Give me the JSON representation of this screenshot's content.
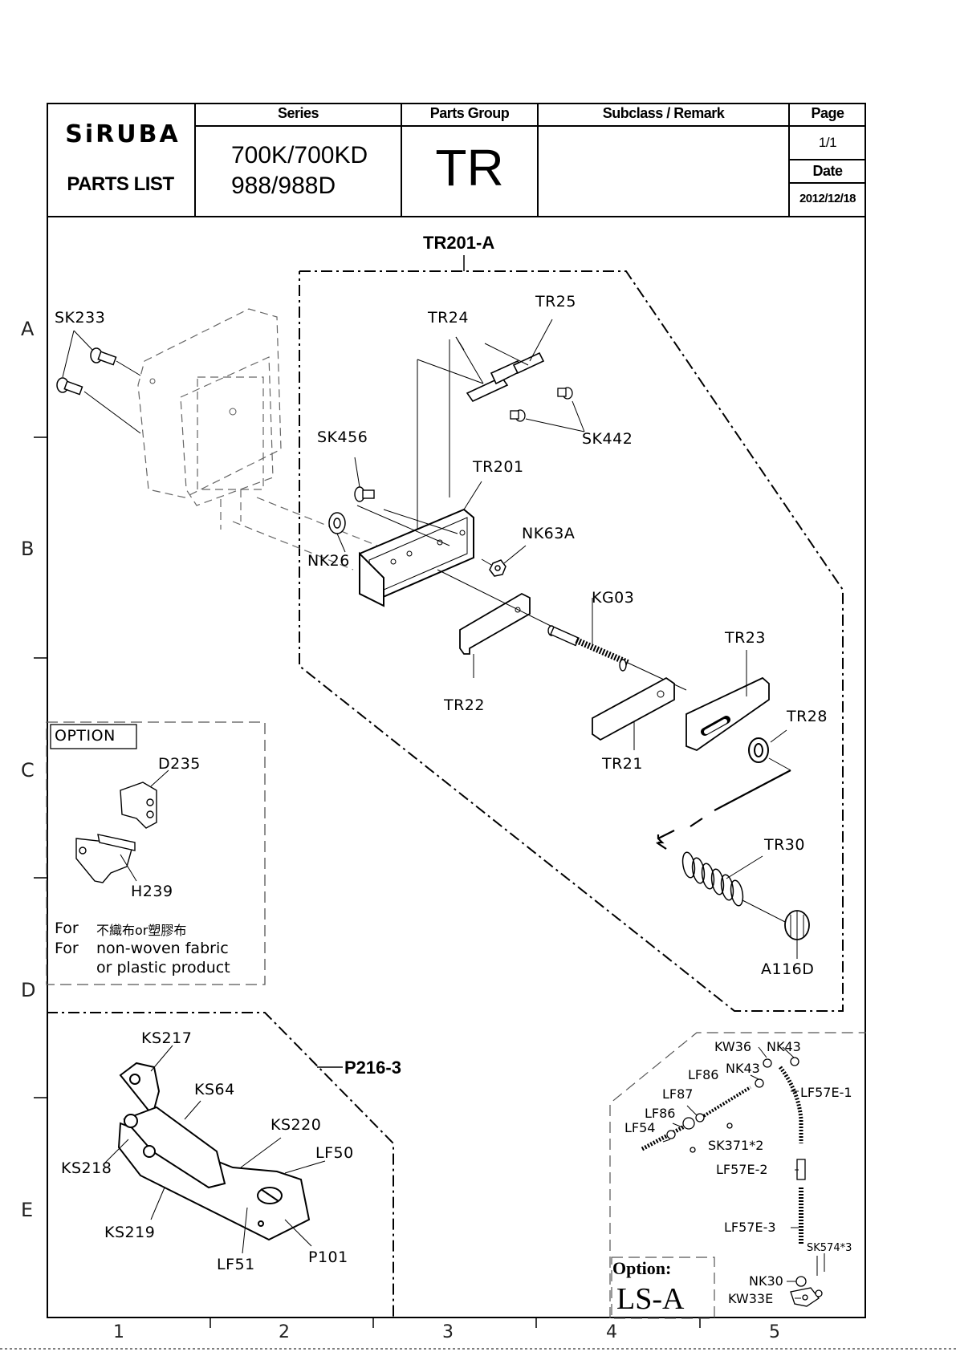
{
  "header": {
    "brand": "SiRUBA",
    "subtitle": "PARTS LIST",
    "series_label": "Series",
    "series_line1": "700K/700KD",
    "series_line2": "988/988D",
    "group_label": "Parts Group",
    "group_value": "TR",
    "subclass_label": "Subclass / Remark",
    "subclass_value": "",
    "page_label": "Page",
    "page_value": "1/1",
    "date_label": "Date",
    "date_value": "2012/12/18"
  },
  "row_labels": [
    "A",
    "B",
    "C",
    "D",
    "E"
  ],
  "column_labels": [
    "1",
    "2",
    "3",
    "4",
    "5"
  ],
  "assembly": {
    "main_title": "TR201-A",
    "sub_title": "P216-3"
  },
  "parts": {
    "sk233": "SK233",
    "tr24": "TR24",
    "tr25": "TR25",
    "sk442": "SK442",
    "sk456": "SK456",
    "tr201": "TR201",
    "nk26": "NK26",
    "nk63a": "NK63A",
    "kg03": "KG03",
    "tr23": "TR23",
    "tr22": "TR22",
    "tr28": "TR28",
    "tr21": "TR21",
    "tr30": "TR30",
    "a116d": "A116D",
    "ks217": "KS217",
    "ks64": "KS64",
    "ks220": "KS220",
    "lf50": "LF50",
    "ks218": "KS218",
    "ks219": "KS219",
    "lf51": "LF51",
    "p101": "P101",
    "kw36": "KW36",
    "nk43a": "NK43",
    "lf86a": "LF86",
    "nk43b": "NK43",
    "lf57e1": "LF57E-1",
    "lf87": "LF87",
    "lf86b": "LF86",
    "lf54": "LF54",
    "sk371": "SK371*2",
    "lf57e2": "LF57E-2",
    "lf57e3": "LF57E-3",
    "sk574": "SK574*3",
    "nk30": "NK30",
    "kw33e": "KW33E"
  },
  "option": {
    "title": "OPTION",
    "d235": "D235",
    "h239": "H239",
    "note_for1": "For",
    "note_line1": "不織布or塑膠布",
    "note_for2": "For",
    "note_line2": "non-woven  fabric",
    "note_line3": "or  plastic  product"
  },
  "option_ls": {
    "label": "Option:",
    "value": "LS-A"
  }
}
